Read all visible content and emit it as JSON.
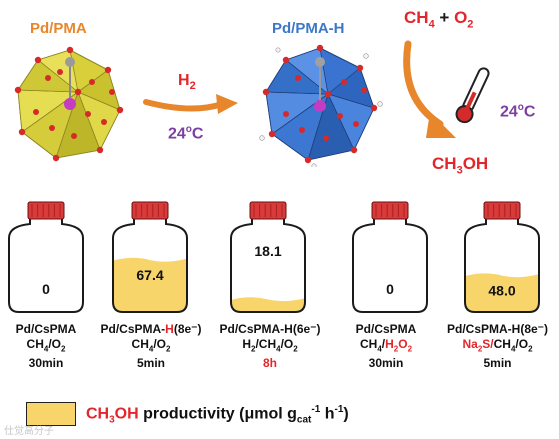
{
  "top": {
    "pd_pma_label": "Pd/PMA",
    "pd_pma_h_label": "Pd/PMA-H",
    "h2_label": "H",
    "h2_sub": "2",
    "temp1": "24",
    "temp1_sup": "o",
    "temp1_unit": "C",
    "reactant_ch4": "CH",
    "reactant_ch4_sub": "4",
    "reactant_plus": " + ",
    "reactant_o2": "O",
    "reactant_o2_sub": "2",
    "temp2": "24",
    "temp2_sup": "o",
    "temp2_unit": "C",
    "product": "CH",
    "product_sub": "3",
    "product_end": "OH"
  },
  "bottles": [
    {
      "value": "0",
      "fill": 0,
      "catalyst": "Pd/CsPMA",
      "catalyst_red": "",
      "catalyst_tail": "",
      "gas_a": "CH",
      "gas_a_sub": "4",
      "gas_b": "/O",
      "gas_b_sub": "2",
      "gas_red": "",
      "gas_red_sub": "",
      "time": "30min",
      "time_red": false
    },
    {
      "value": "67.4",
      "fill": 0.674,
      "catalyst": "Pd/CsPMA-",
      "catalyst_red": "H",
      "catalyst_tail": "(8e⁻)",
      "gas_a": "CH",
      "gas_a_sub": "4",
      "gas_b": "/O",
      "gas_b_sub": "2",
      "gas_red": "",
      "gas_red_sub": "",
      "time": "5min",
      "time_red": false
    },
    {
      "value": "18.1",
      "fill": 0.181,
      "catalyst": "Pd/CsPMA-H(6e⁻)",
      "catalyst_red": "",
      "catalyst_tail": "",
      "gas_a": "H",
      "gas_a_sub": "2",
      "gas_b": "/CH",
      "gas_b_sub": "4",
      "gas_red": "",
      "gas_red_sub": "",
      "gas_tail": "/O",
      "gas_tail_sub": "2",
      "time": "8h",
      "time_red": true
    },
    {
      "value": "0",
      "fill": 0,
      "catalyst": "Pd/CsPMA",
      "catalyst_red": "",
      "catalyst_tail": "",
      "gas_a": "CH",
      "gas_a_sub": "4",
      "gas_b": "/",
      "gas_b_sub": "",
      "gas_red": "H",
      "gas_red_sub": "2",
      "gas_red2": "O",
      "gas_red2_sub": "2",
      "time": "30min",
      "time_red": false
    },
    {
      "value": "48.0",
      "fill": 0.48,
      "catalyst": "Pd/CsPMA-H(8e⁻)",
      "catalyst_red": "",
      "catalyst_tail": "",
      "gas_prefix_red": "Na",
      "gas_prefix_red_sub": "2",
      "gas_prefix_red2": "S/",
      "gas_a": "CH",
      "gas_a_sub": "4",
      "gas_b": "/O",
      "gas_b_sub": "2",
      "gas_red": "",
      "gas_red_sub": "",
      "time": "5min",
      "time_red": false
    }
  ],
  "legend": {
    "label_red": "CH",
    "label_red_sub": "3",
    "label_red_end": "OH",
    "label_main": " productivity (μmol g",
    "label_sub": "cat",
    "label_sup1": "-1",
    "label_mid": " h",
    "label_sup2": "-1",
    "label_end": ")"
  },
  "watermark": "仕觉高分子",
  "colors": {
    "orange": "#e8862c",
    "blue": "#3d78c8",
    "red": "#e3262b",
    "purple": "#7b3fa0",
    "yellow_fill": "#f7d56a",
    "cap": "#d93a3a"
  }
}
